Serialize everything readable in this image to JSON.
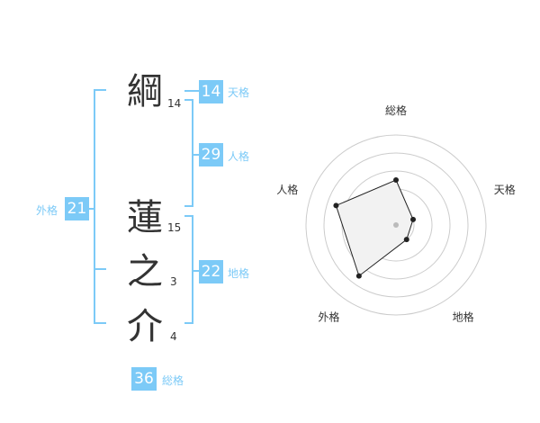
{
  "name": {
    "characters": [
      {
        "char": "綱",
        "strokes": "14"
      },
      {
        "char": "蓮",
        "strokes": "15"
      },
      {
        "char": "之",
        "strokes": "3"
      },
      {
        "char": "介",
        "strokes": "4"
      }
    ]
  },
  "fortunes": {
    "tenkaku": {
      "value": "14",
      "label": "天格"
    },
    "jinkaku": {
      "value": "29",
      "label": "人格"
    },
    "chikaku": {
      "value": "22",
      "label": "地格"
    },
    "gaikaku": {
      "value": "21",
      "label": "外格"
    },
    "soukaku": {
      "value": "36",
      "label": "総格"
    }
  },
  "chart_data": {
    "type": "radar",
    "axes": [
      "総格",
      "天格",
      "地格",
      "外格",
      "人格"
    ],
    "values": [
      2.5,
      1,
      1,
      3.5,
      3.5
    ],
    "max": 5,
    "rings": 5,
    "colors": {
      "fill": "#f2f2f2",
      "stroke": "#222222",
      "grid": "#cccccc",
      "center": "#bbbbbb"
    }
  }
}
